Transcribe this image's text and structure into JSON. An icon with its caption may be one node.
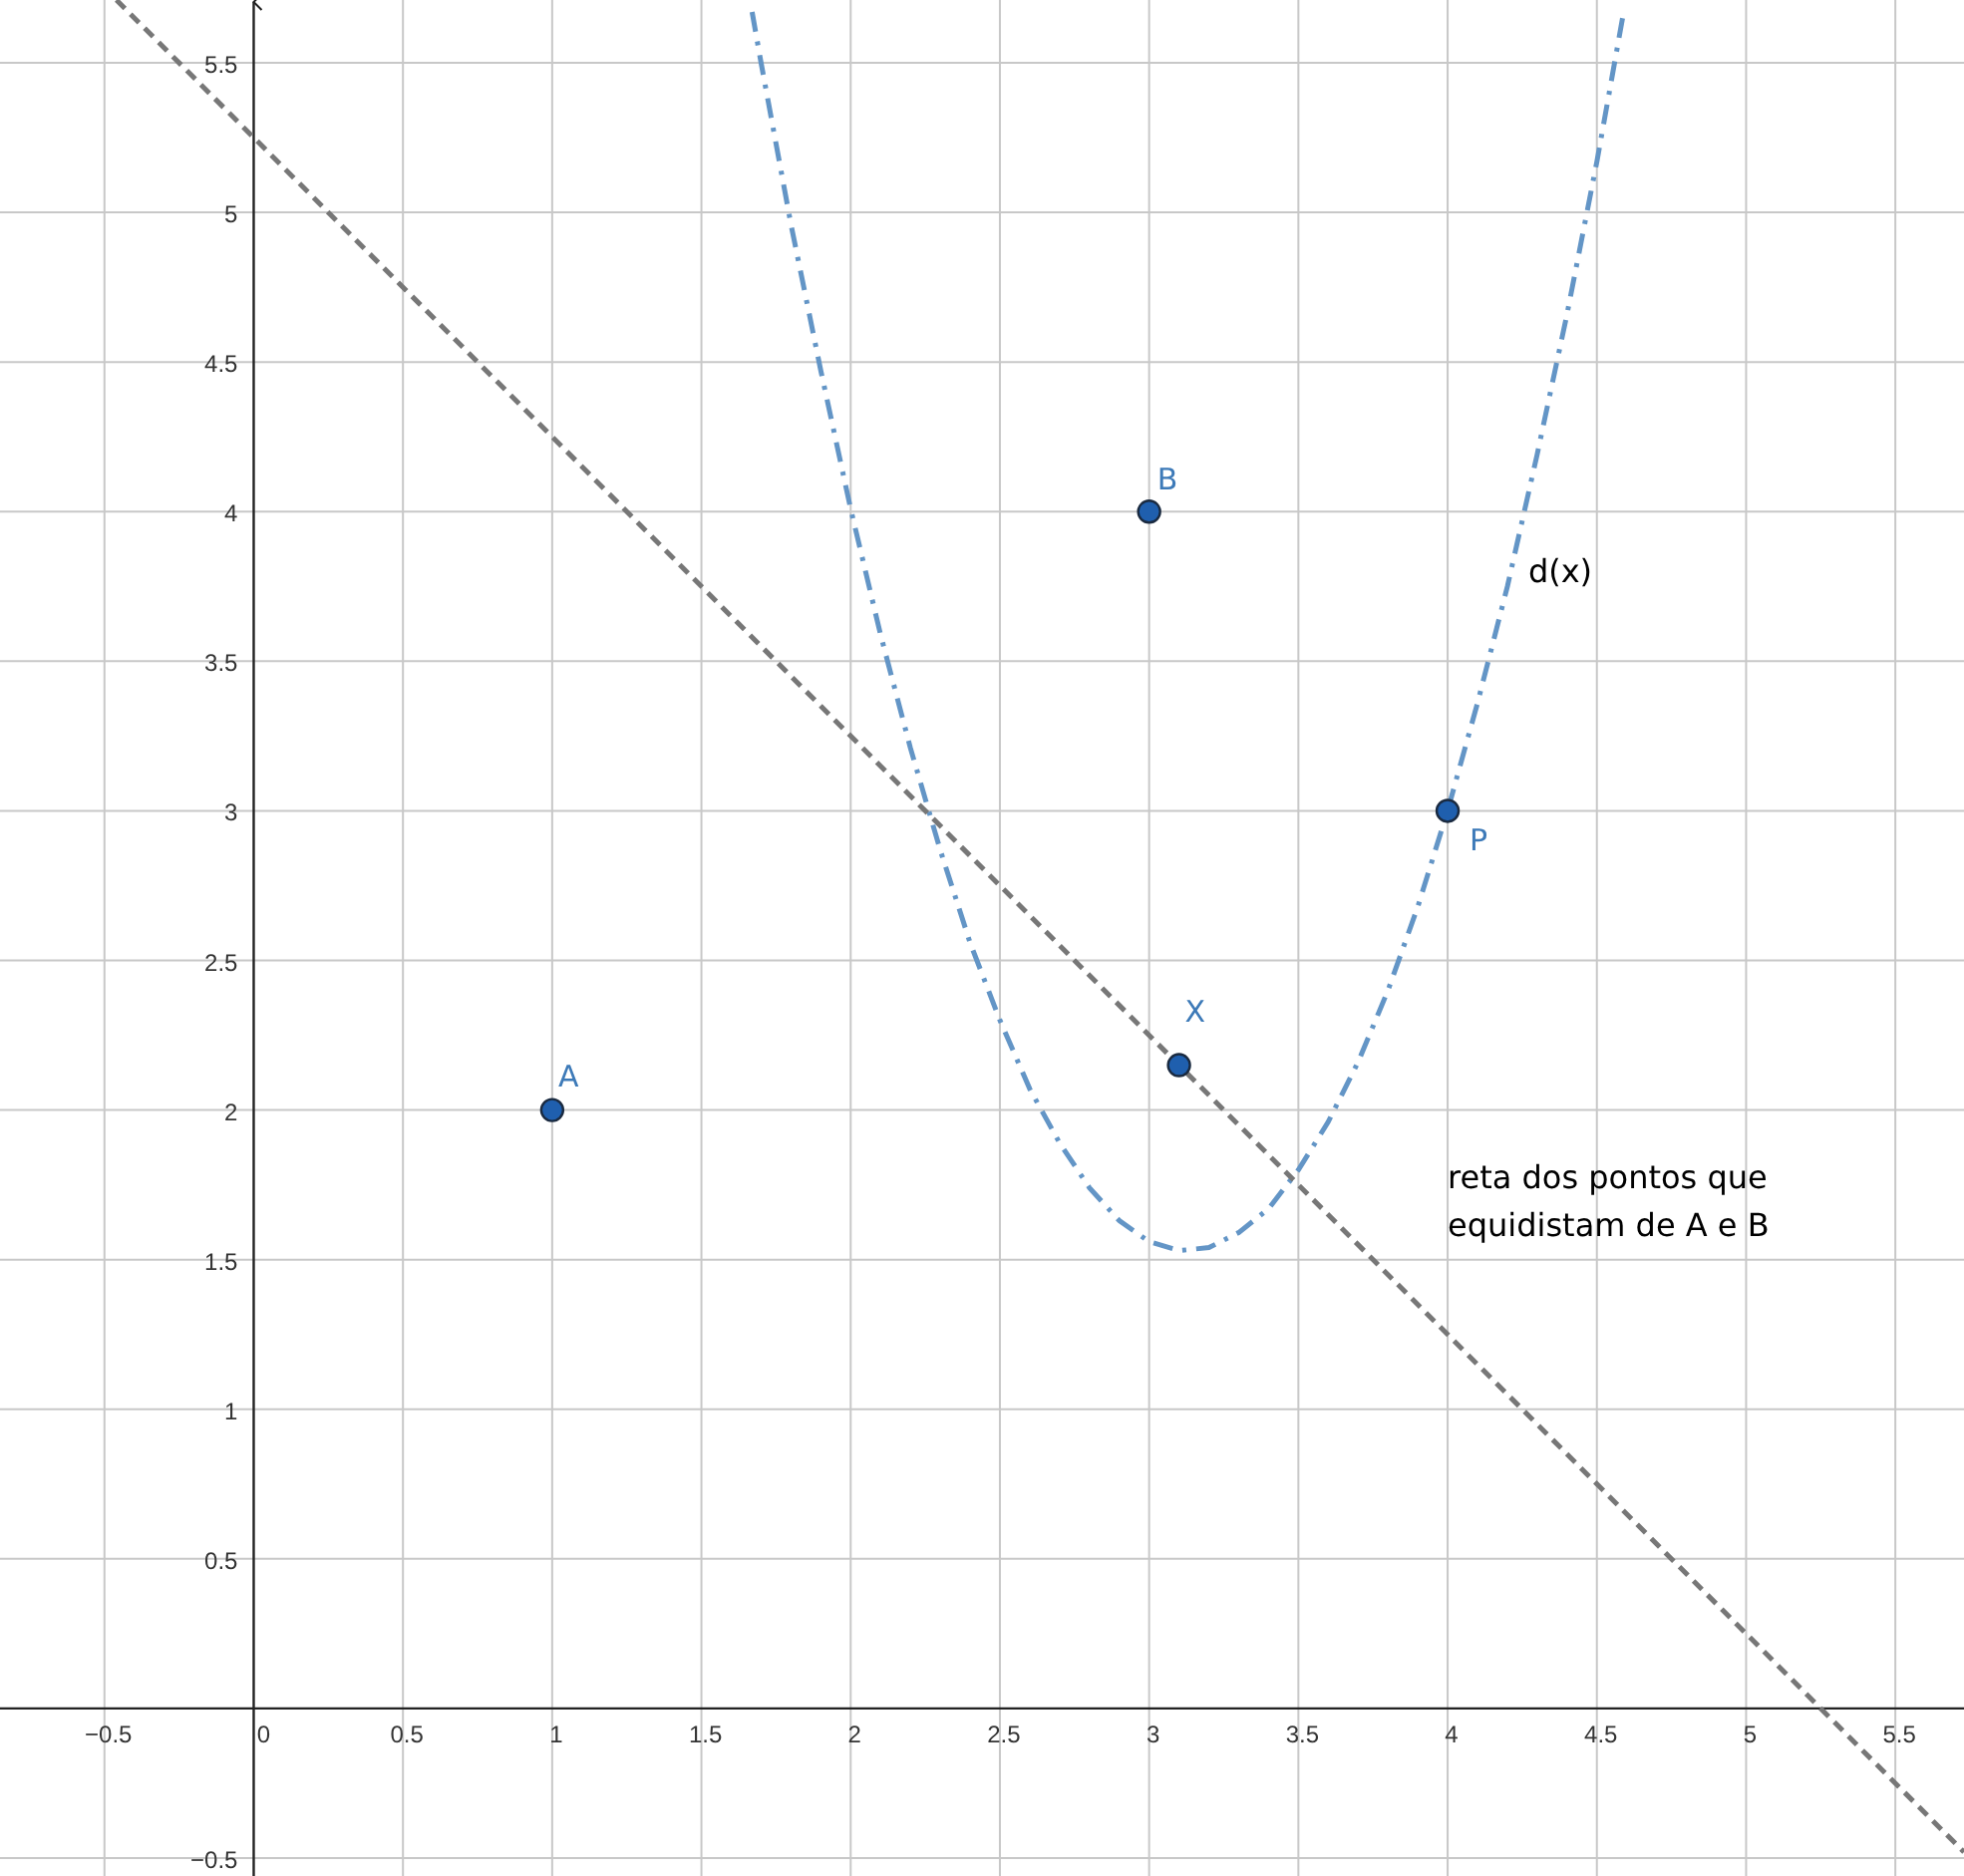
{
  "diagram": {
    "labels": [],
    "chart_data": {
      "type": "line",
      "grid": true,
      "xlim": [
        -0.85,
        5.73
      ],
      "ylim": [
        -0.56,
        5.71
      ],
      "xticks": [
        {
          "value": -0.5,
          "label": "−0.5"
        },
        0,
        0.5,
        1,
        1.5,
        2,
        2.5,
        3,
        3.5,
        4,
        4.5,
        5,
        5.5
      ],
      "yticks": [
        {
          "value": -0.5,
          "label": "−0.5"
        },
        0.5,
        1,
        1.5,
        2,
        2.5,
        3,
        3.5,
        4,
        4.5,
        5,
        5.5
      ],
      "series": [
        {
          "name": "d(x)",
          "color": "#6395c6",
          "line_style": "dashdot",
          "x": [
            1.67,
            1.7,
            1.8,
            1.9,
            2.0,
            2.1,
            2.2,
            2.3,
            2.4,
            2.5,
            2.6,
            2.7,
            2.8,
            2.9,
            3.0,
            3.1,
            3.2,
            3.3,
            3.4,
            3.5,
            3.6,
            3.7,
            3.8,
            3.9,
            4.0,
            4.1,
            4.2,
            4.3,
            4.4,
            4.5,
            4.59
          ],
          "values": [
            5.67,
            5.5,
            4.96,
            4.47,
            4.01,
            3.59,
            3.21,
            2.87,
            2.56,
            2.3,
            2.07,
            1.89,
            1.74,
            1.63,
            1.56,
            1.53,
            1.54,
            1.59,
            1.67,
            1.8,
            1.96,
            2.16,
            2.4,
            2.68,
            3.0,
            3.36,
            3.75,
            4.19,
            4.66,
            5.17,
            5.67
          ]
        },
        {
          "name": "reta dos pontos que equidistam de A e B",
          "color": "#777777",
          "line_style": "dashed",
          "x": [
            -0.46,
            5.73
          ],
          "values": [
            5.71,
            -0.48
          ]
        }
      ],
      "annotations": [
        {
          "x": 1,
          "y": 2,
          "text": "A"
        },
        {
          "x": 3,
          "y": 4,
          "text": "B"
        },
        {
          "x": 3.1,
          "y": 2.15,
          "text": "X"
        },
        {
          "x": 4,
          "y": 3,
          "text": "P"
        }
      ]
    }
  }
}
